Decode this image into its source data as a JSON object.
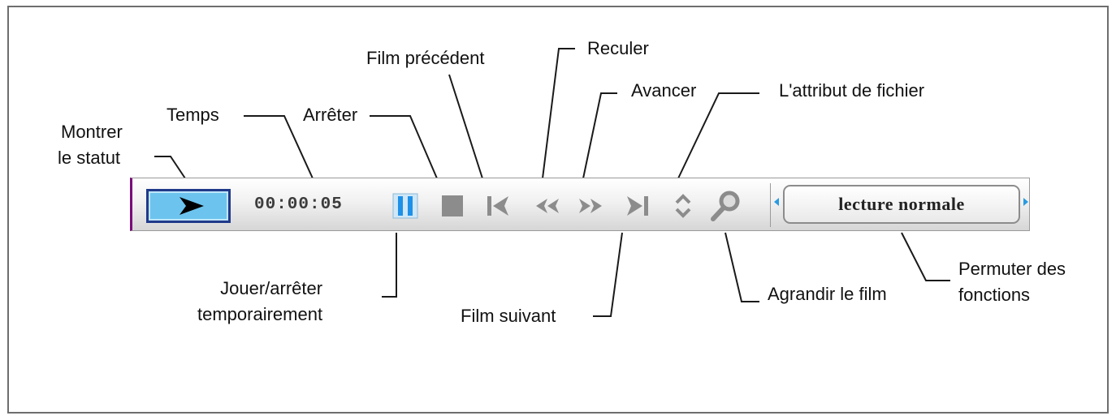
{
  "player": {
    "time": "00:00:05",
    "mode_label": "lecture normale"
  },
  "callouts": {
    "montrer_le_statut": "Montrer\nle statut",
    "temps": "Temps",
    "arreter": "Arrêter",
    "film_precedent": "Film précédent",
    "reculer": "Reculer",
    "avancer": "Avancer",
    "attribut_fichier": "L'attribut de fichier",
    "jouer_arreter": "Jouer/arrêter\ntemporairement",
    "film_suivant": "Film suivant",
    "agrandir": "Agrandir le film",
    "permuter": "Permuter des\nfonctions"
  },
  "icons": {
    "status": "play-arrow-icon",
    "pause": "pause-icon",
    "stop": "stop-icon",
    "previous": "skip-back-icon",
    "rewind": "rewind-icon",
    "forward": "fast-forward-icon",
    "next": "skip-forward-icon",
    "attribute": "up-down-icon",
    "zoom": "magnifier-icon"
  },
  "colors": {
    "status_fill": "#6cc4ee",
    "status_border": "#203a8a",
    "pause_blue": "#1e90e8",
    "icon_gray": "#8c8c8c",
    "frame": "#6e6e6e"
  }
}
